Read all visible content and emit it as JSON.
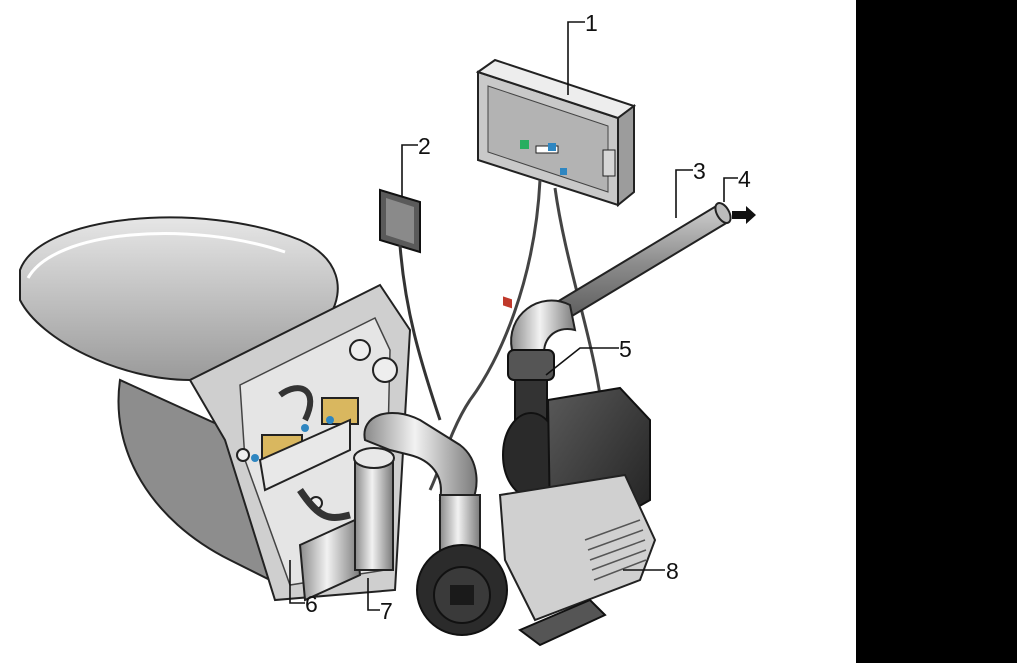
{
  "callouts": [
    {
      "id": "1",
      "label": "1"
    },
    {
      "id": "2",
      "label": "2"
    },
    {
      "id": "3",
      "label": "3"
    },
    {
      "id": "4",
      "label": "4"
    },
    {
      "id": "5",
      "label": "5"
    },
    {
      "id": "6",
      "label": "6"
    },
    {
      "id": "7",
      "label": "7"
    },
    {
      "id": "8",
      "label": "8"
    }
  ],
  "colors": {
    "outline": "#1a1a1a",
    "body_light": "#d9d9d9",
    "body_mid": "#a8a8a8",
    "body_dark": "#3c3c3c",
    "brass": "#b8954a",
    "panel_black": "#000000"
  },
  "icons": {
    "flow_arrow": "arrow-right-icon"
  }
}
